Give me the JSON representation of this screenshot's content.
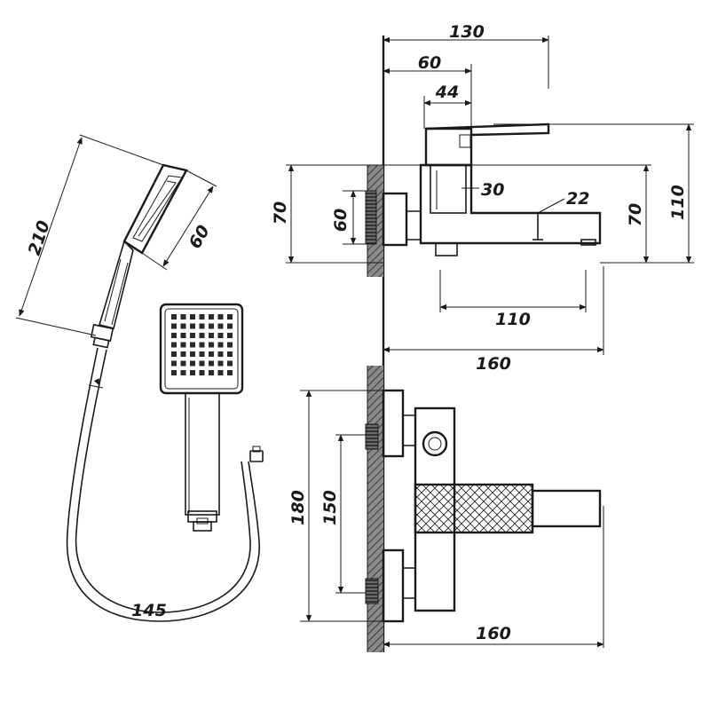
{
  "dimensions": {
    "handshower_length": "210",
    "handshower_head_width": "60",
    "hose_length": "145",
    "top_overall_projection": "130",
    "top_handle_depth": "60",
    "top_handle_width": "44",
    "body_height_left": "70",
    "eccentric_height": "60",
    "body_height_right": "70",
    "overall_height": "110",
    "cartridge_diameter": "30",
    "spout_diameter": "22",
    "spout_length": "110",
    "side_projection": "160",
    "front_overall_height": "180",
    "centers_distance": "150",
    "front_projection": "160"
  },
  "colors": {
    "line": "#1a1a1a",
    "wall_fill": "#7a7a7a",
    "background": "#ffffff"
  }
}
